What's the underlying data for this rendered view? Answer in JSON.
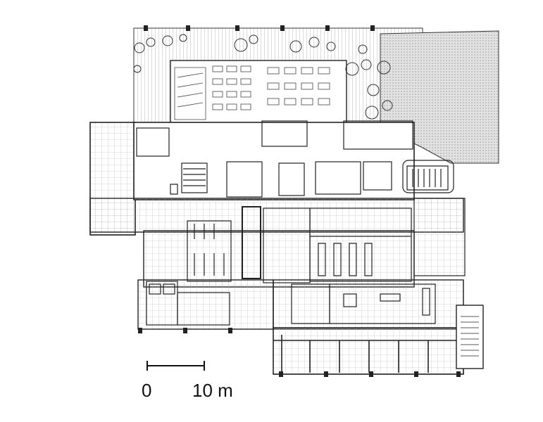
{
  "drawing": {
    "type": "architectural-floor-plan",
    "line_color": "#1a1a1a",
    "background": "#ffffff",
    "terrace_fill": "#d9d9d9"
  },
  "scale_bar": {
    "start_label": "0",
    "end_label": "10 m"
  }
}
